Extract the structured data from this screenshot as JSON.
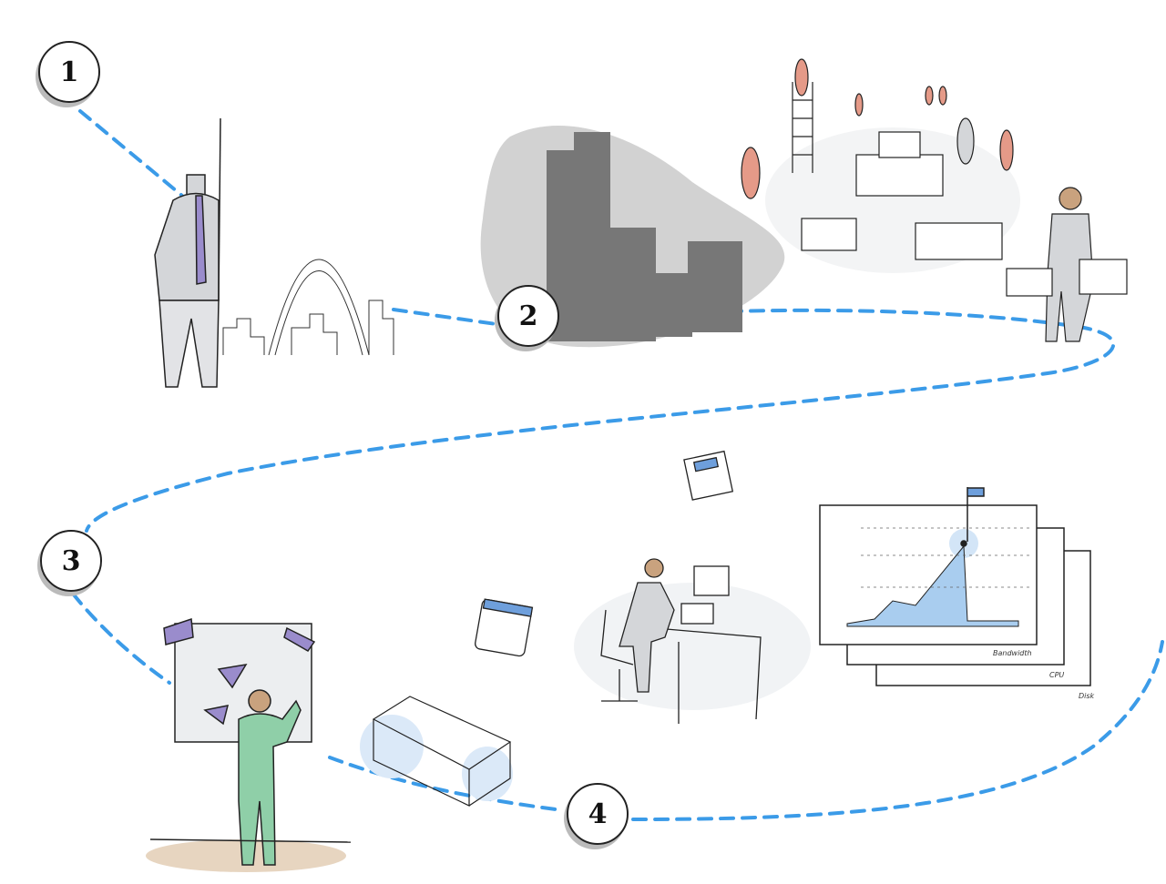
{
  "steps": [
    {
      "number": "1"
    },
    {
      "number": "2"
    },
    {
      "number": "3"
    },
    {
      "number": "4"
    }
  ],
  "chart_labels": {
    "front": "Bandwidth",
    "middle": "CPU",
    "back": "Disk"
  },
  "colors": {
    "path": "#3b9be8",
    "figure_gray": "#d4d6d9",
    "accent_purple": "#9a8ccc",
    "people_salmon": "#e59a88",
    "figure_green": "#8fcfa8",
    "chart_fill": "#a9cdef"
  }
}
